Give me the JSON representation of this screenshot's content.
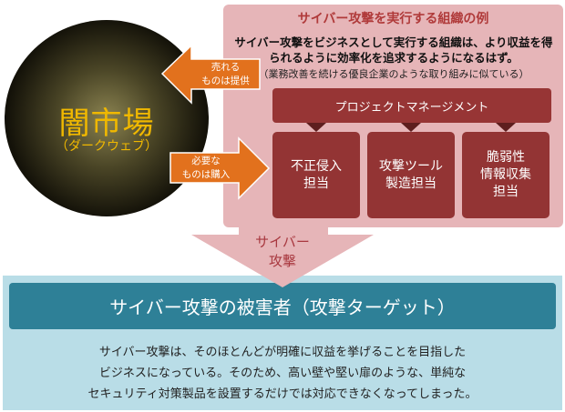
{
  "market": {
    "title": "闇市場",
    "subtitle": "（ダークウェブ）"
  },
  "arrows": {
    "sell": "売れる\nものは提供",
    "buy": "必要な\nものは購入",
    "attack": "サイバー\n攻撃"
  },
  "org": {
    "title": "サイバー攻撃を実行する組織の例",
    "description": "サイバー攻撃をビジネスとして実行する組織は、より収益を得られるように効率化を追求するようになるはず。",
    "note": "（業務改善を続ける優良企業のような取り組みに似ている）",
    "project_management": "プロジェクトマネージメント",
    "roles": [
      "不正侵入\n担当",
      "攻撃ツール\n製造担当",
      "脆弱性\n情報収集\n担当"
    ]
  },
  "victim": {
    "title": "サイバー攻撃の被害者（攻撃ターゲット）",
    "body": "サイバー攻撃は、そのほとんどが明確に収益を挙げることを目指した\nビジネスになっている。そのため、高い壁や堅い扉のような、単純な\nセキュリティ対策製品を設置するだけでは対応できなくなってしまった。"
  },
  "colors": {
    "panel": "#e6b5b8",
    "role": "#933434",
    "arrow": "#e2711d",
    "victim_bar": "#2e8097",
    "bottom": "#b9dde7",
    "market_text": "#f0b800"
  }
}
